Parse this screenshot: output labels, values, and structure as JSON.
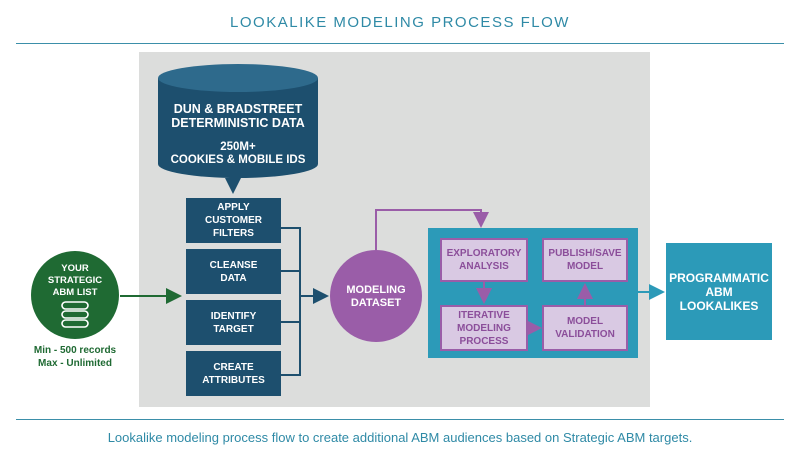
{
  "title": "LOOKALIKE MODELING PROCESS FLOW",
  "caption": "Lookalike modeling process flow to create additional ABM audiences based on Strategic ABM targets.",
  "database": {
    "line1": "DUN & BRADSTREET",
    "line2": "DETERMINISTIC DATA",
    "line3": "250M+",
    "line4": "COOKIES & MOBILE IDS"
  },
  "abm_list": {
    "line1": "YOUR",
    "line2": "STRATEGIC",
    "line3": "ABM LIST",
    "min": "Min - 500 records",
    "max": "Max - Unlimited"
  },
  "steps": {
    "apply": "APPLY\nCUSTOMER\nFILTERS",
    "cleanse": "CLEANSE\nDATA",
    "identify": "IDENTIFY\nTARGET",
    "create": "CREATE\nATTRIBUTES"
  },
  "modeling_dataset": {
    "line1": "MODELING",
    "line2": "DATASET"
  },
  "process": {
    "exploratory": "EXPLORATORY\nANALYSIS",
    "publish": "PUBLISH/SAVE\nMODEL",
    "iterative": "ITERATIVE\nMODELING\nPROCESS",
    "validation": "MODEL\nVALIDATION"
  },
  "output": "PROGRAMMATIC\nABM\nLOOKALIKES",
  "colors": {
    "teal": "#2c9ab8",
    "navy": "#1d4f6e",
    "green": "#1f6a33",
    "purple": "#9a5da8",
    "lavender": "#d9c9e3",
    "panel_gray": "#dcdddc"
  }
}
